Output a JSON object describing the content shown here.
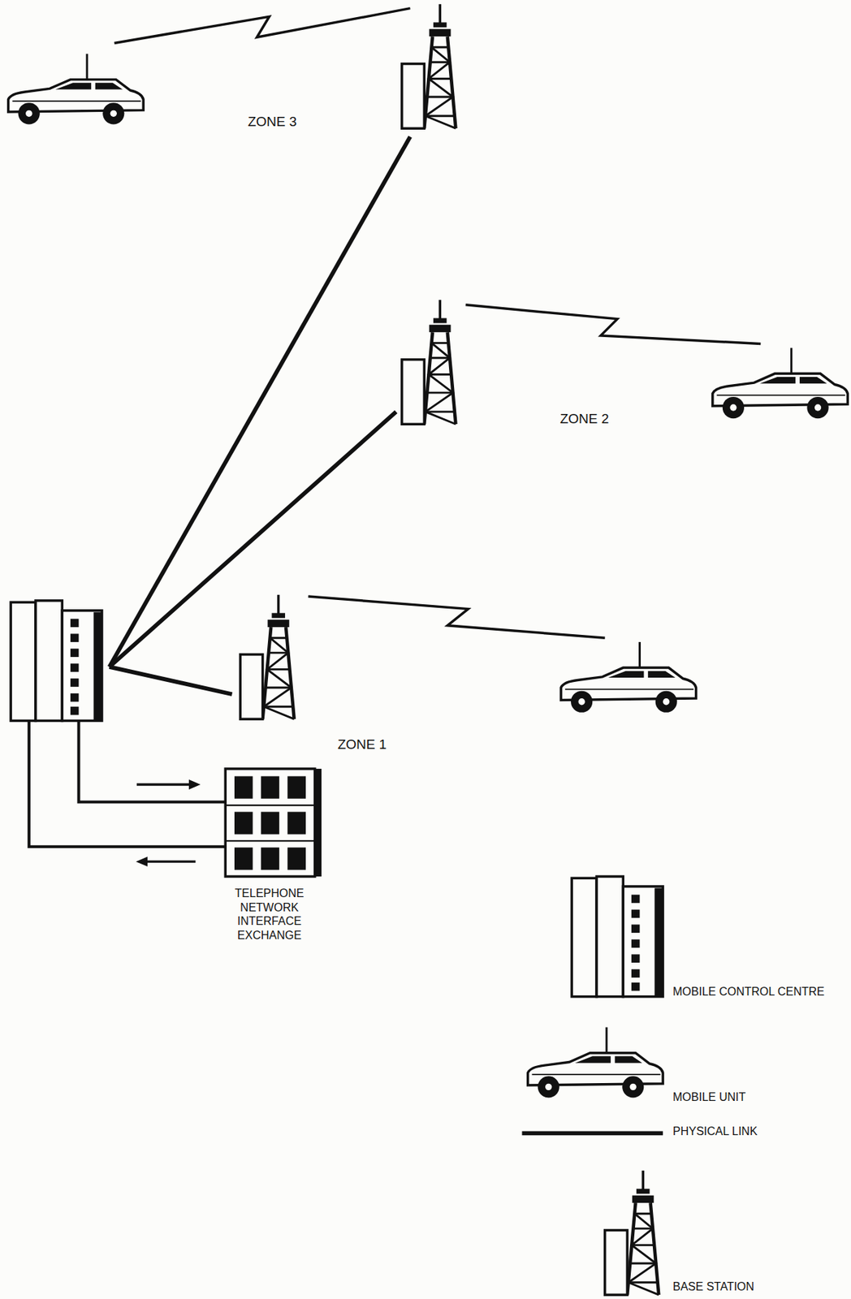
{
  "diagram": {
    "nodes": [
      {
        "text": [
          "TELEPHONE NETWORK INTERFACE EXCHANGE"
        ]
      }
    ],
    "labels": [
      "ZONE 3",
      "ZONE 2",
      "ZONE 1"
    ],
    "legend": [
      {
        "text": "MOBILE CONTROL CENTRE"
      },
      {
        "text": "MOBILE UNIT"
      },
      {
        "text": "PHYSICAL LINK"
      },
      {
        "text": "BASE STATION"
      }
    ]
  }
}
